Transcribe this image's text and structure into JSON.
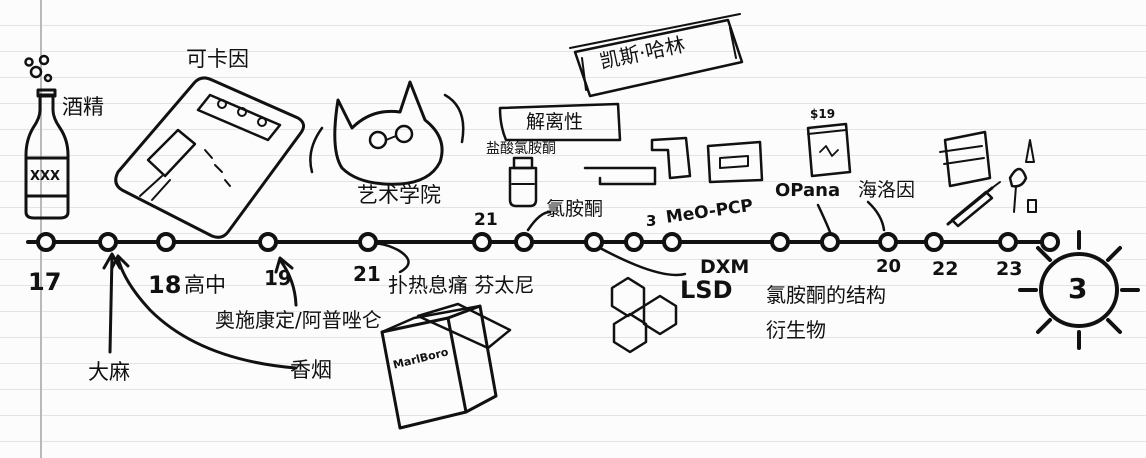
{
  "labels": {
    "alcohol": "酒精",
    "cocaine": "可卡因",
    "art_school": "艺术学院",
    "dissociatives": "解离性",
    "ketamine_hcl": "盐酸氯胺酮",
    "keith_haring": "凯斯·哈林",
    "ketamine": "氯胺酮",
    "heroin": "海洛因",
    "high_school": "高中",
    "oxy_percocet": "奥施康定/阿普唑仑",
    "analgesics_fentanyl": "扑热息痛 芬太尼",
    "ketamine_derivatives_1": "氯胺酮的结构",
    "ketamine_derivatives_2": "衍生物",
    "marijuana": "大麻",
    "cigarettes": "香烟"
  },
  "handwritten": {
    "meo_pcp": "MeO-PCP",
    "dxm": "DXM",
    "lsd": "LSD",
    "opana": "OPana",
    "price": "$19",
    "marlboro": "MarlBoro",
    "xxx": "XXX"
  },
  "ages": {
    "a17": "17",
    "a18": "18",
    "a19": "19",
    "a21_bottom": "21",
    "a21_top": "21",
    "a3_small": "3",
    "a20": "20",
    "a22": "22",
    "a23": "23",
    "a3_sun": "3"
  },
  "timeline": {
    "node_count": 17
  }
}
